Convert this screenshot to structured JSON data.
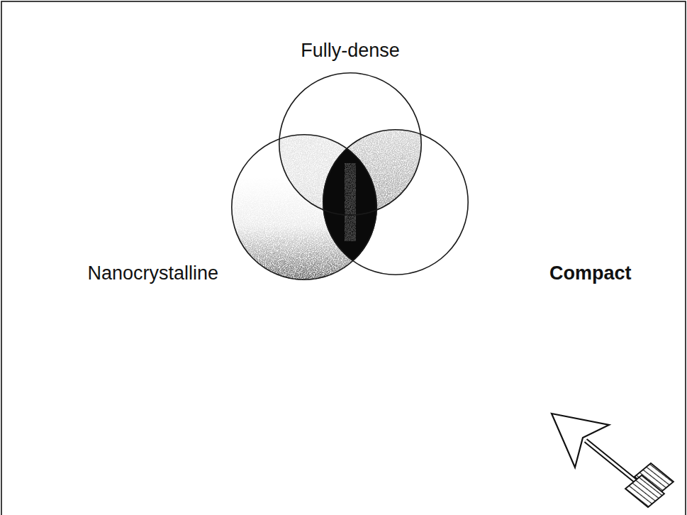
{
  "diagram": {
    "nodes": [
      {
        "text": [
          "Fully-dense"
        ]
      },
      {
        "text": [
          "Nanocrystalline"
        ]
      },
      {
        "text": [
          "Compact"
        ]
      }
    ]
  }
}
